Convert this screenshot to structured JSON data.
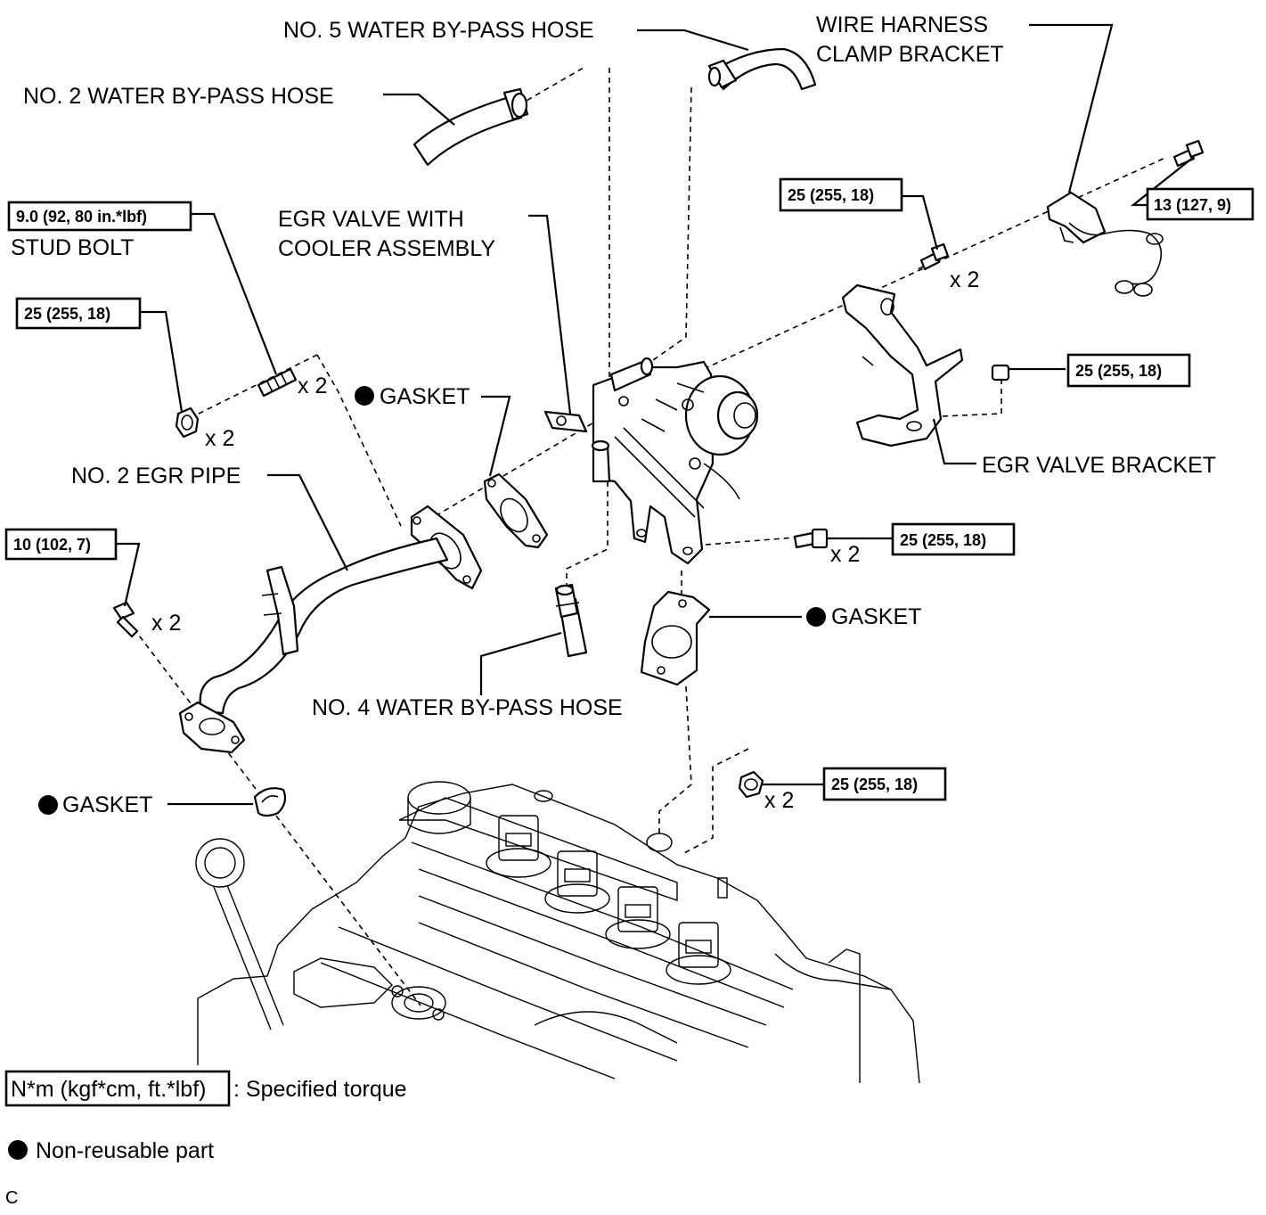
{
  "labels": {
    "no5_hose": "NO. 5 WATER BY-PASS HOSE",
    "wire_harness_1": "WIRE HARNESS",
    "wire_harness_2": "CLAMP BRACKET",
    "no2_hose": "NO. 2 WATER BY-PASS HOSE",
    "egr_valve_1": "EGR VALVE WITH",
    "egr_valve_2": "COOLER ASSEMBLY",
    "stud_bolt": "STUD BOLT",
    "gasket_upper": "GASKET",
    "no2_egr_pipe": "NO. 2 EGR PIPE",
    "egr_bracket": "EGR VALVE BRACKET",
    "gasket_mid": "GASKET",
    "no4_hose": "NO. 4 WATER BY-PASS HOSE",
    "gasket_lower": "GASKET",
    "qty_stud": "x 2",
    "qty_nut_left": "x 2",
    "qty_bolt_left": "x 2",
    "qty_bracket_bolt": "x 2",
    "qty_valve_bolt": "x 2",
    "qty_nut_right": "x 2"
  },
  "torques": {
    "stud": "9.0 (92, 80 in.*lbf)",
    "nut_left": "25 (255, 18)",
    "bolt_left": "10 (102, 7)",
    "bracket_bolt": "25 (255, 18)",
    "harness_bolt": "13 (127, 9)",
    "bracket_nut": "25 (255, 18)",
    "valve_bolt": "25 (255, 18)",
    "nut_right": "25 (255, 18)"
  },
  "legend": {
    "torque_unit": "N*m (kgf*cm, ft.*lbf)",
    "torque_desc": ": Specified torque",
    "nonreusable": "Non-reusable part"
  },
  "corner_mark": "C"
}
